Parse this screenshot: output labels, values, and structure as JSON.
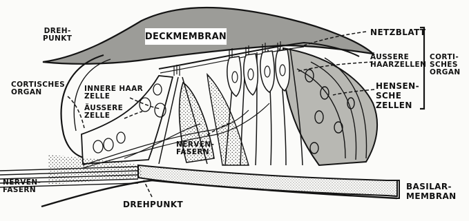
{
  "diagram": {
    "labels": {
      "drehpunkt_top": "DREH-\nPUNKT",
      "deckmembran": "DECKMEMBRAN",
      "netzblatt": "NETZBLATT",
      "aeussere_haarzellen": "ÄUSSERE\nHAARZELLEN",
      "cortisches_organ_right": "CORTI-\nSCHES\nORGAN",
      "cortisches_organ_left": "CORTISCHES\nORGAN",
      "innere_haarzelle": "INNERE HAAR\nZELLE",
      "aeussere_zelle": "ÄUSSERE\nZELLE",
      "hensensche_zellen": "HENSEN-\nSCHE\nZELLEN",
      "nervenfasern_mid": "NERVEN-\nFASERN",
      "nervenfasern_left": "NERVEN-\nFASERN",
      "drehpunkt_bottom": "DREHPUNKT",
      "basilarmembran": "BASILAR-\nMEMBRAN"
    },
    "colors": {
      "ink": "#141414",
      "shade": "#9c9c98",
      "light_shade": "#b8b8b3",
      "paper": "#fbfbf9"
    }
  }
}
